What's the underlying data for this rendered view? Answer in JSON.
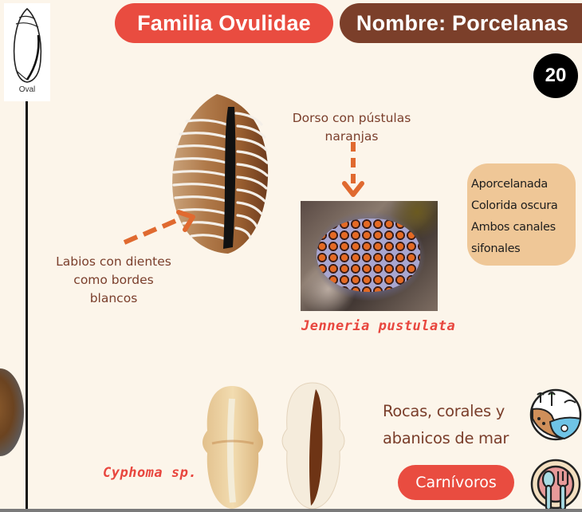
{
  "shape_reference": {
    "label": "Oval"
  },
  "header": {
    "family": "Familia Ovulidae",
    "common_name": "Nombre: Porcelanas",
    "page_number": "20"
  },
  "annotations": {
    "dorso": [
      "Dorso con pústulas",
      "naranjas"
    ],
    "labios": [
      "Labios con dientes",
      "como bordes",
      "blancos"
    ]
  },
  "traits": [
    "Aporcelanada",
    "Colorida oscura",
    "Ambos canales",
    "sifonales"
  ],
  "species": {
    "jenneria": "Jenneria pustulata",
    "cyphoma": "Cyphoma sp."
  },
  "habitat": {
    "lines": [
      "Rocas, corales y",
      "abanicos de mar"
    ],
    "icon": "coastal-habitat-icon"
  },
  "diet": {
    "label": "Carnívoros",
    "icon": "plate-cutlery-icon"
  },
  "colors": {
    "background": "#fcf5ea",
    "accent_red": "#e94c40",
    "accent_brown": "#7b3f2a",
    "trait_box": "#efc797",
    "arrow_orange": "#e06a30",
    "caption_brown": "#7a3e2b"
  }
}
